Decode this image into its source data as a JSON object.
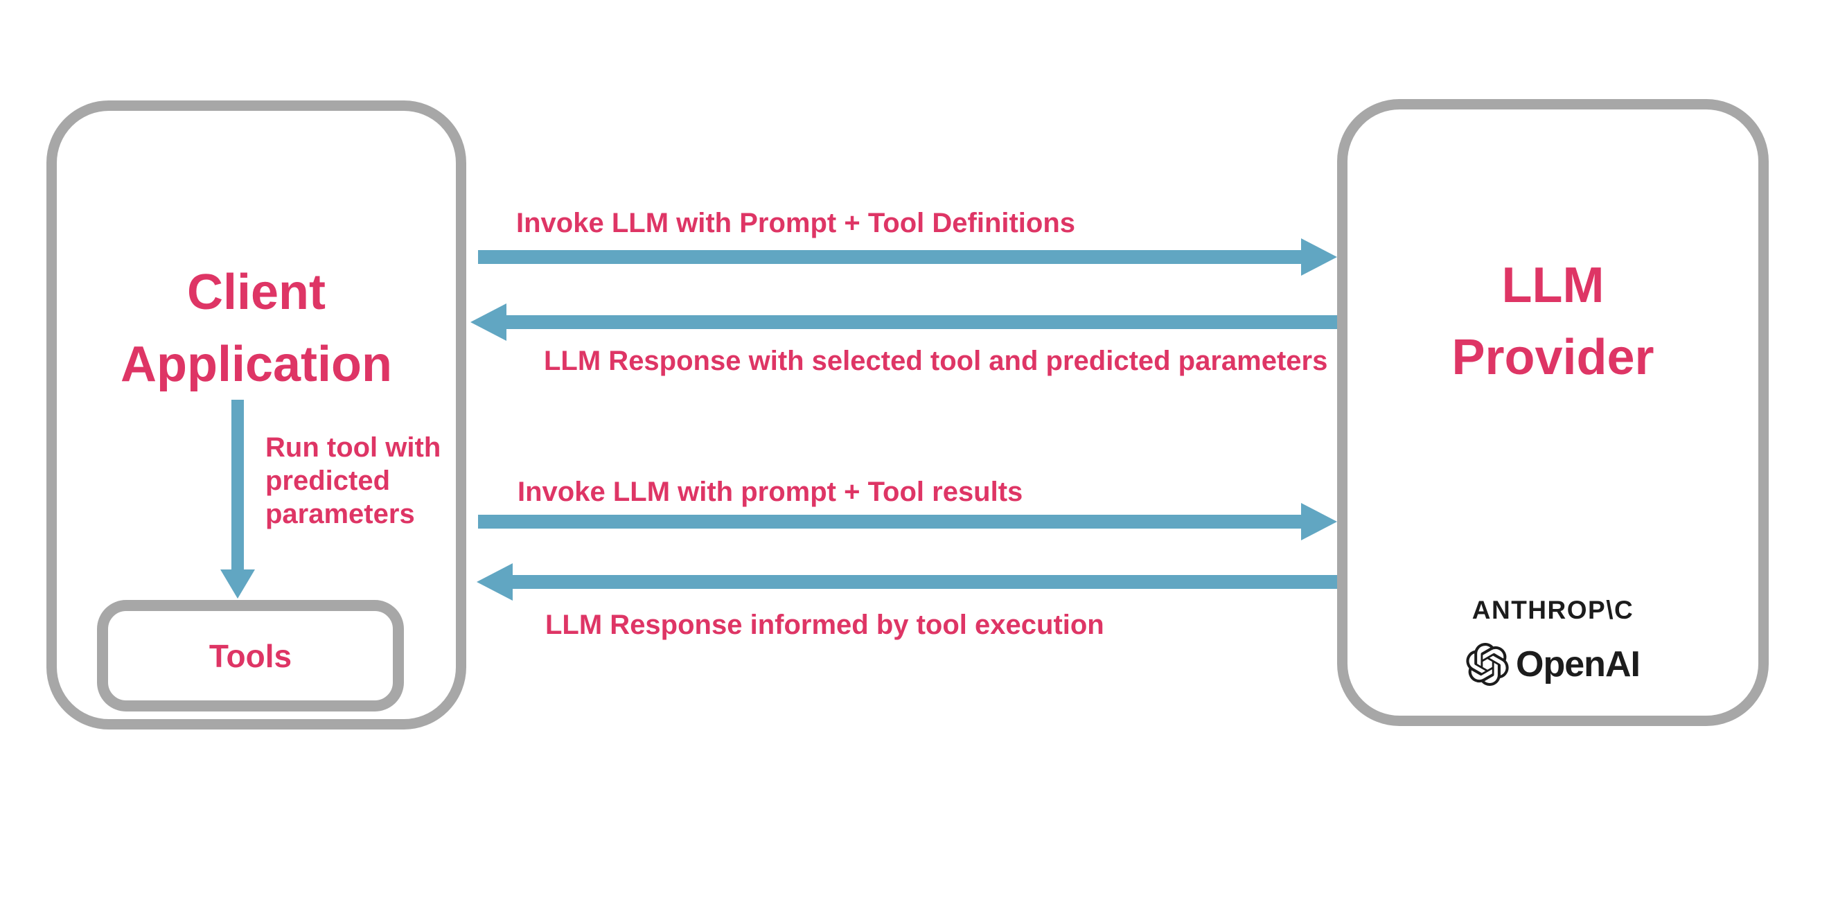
{
  "colors": {
    "pink": "#de3565",
    "blue": "#61a6c2",
    "gray": "#a7a7a7",
    "ink": "#1c1c1c"
  },
  "diagram": {
    "client": {
      "title": "Client\nApplication",
      "tools_label": "Tools"
    },
    "provider": {
      "title": "LLM\nProvider",
      "anthropic_wordmark": "ANTHROP\\C",
      "openai_wordmark": "OpenAI"
    },
    "arrows": [
      {
        "direction": "right",
        "label": "Invoke LLM with Prompt + Tool Definitions"
      },
      {
        "direction": "left",
        "label": "LLM Response with selected tool and predicted parameters"
      },
      {
        "direction": "right",
        "label": "Invoke LLM with prompt + Tool results"
      },
      {
        "direction": "left",
        "label": "LLM Response informed by tool execution"
      }
    ],
    "internal_arrow": {
      "direction": "down",
      "label": "Run tool with\npredicted\nparameters"
    }
  }
}
